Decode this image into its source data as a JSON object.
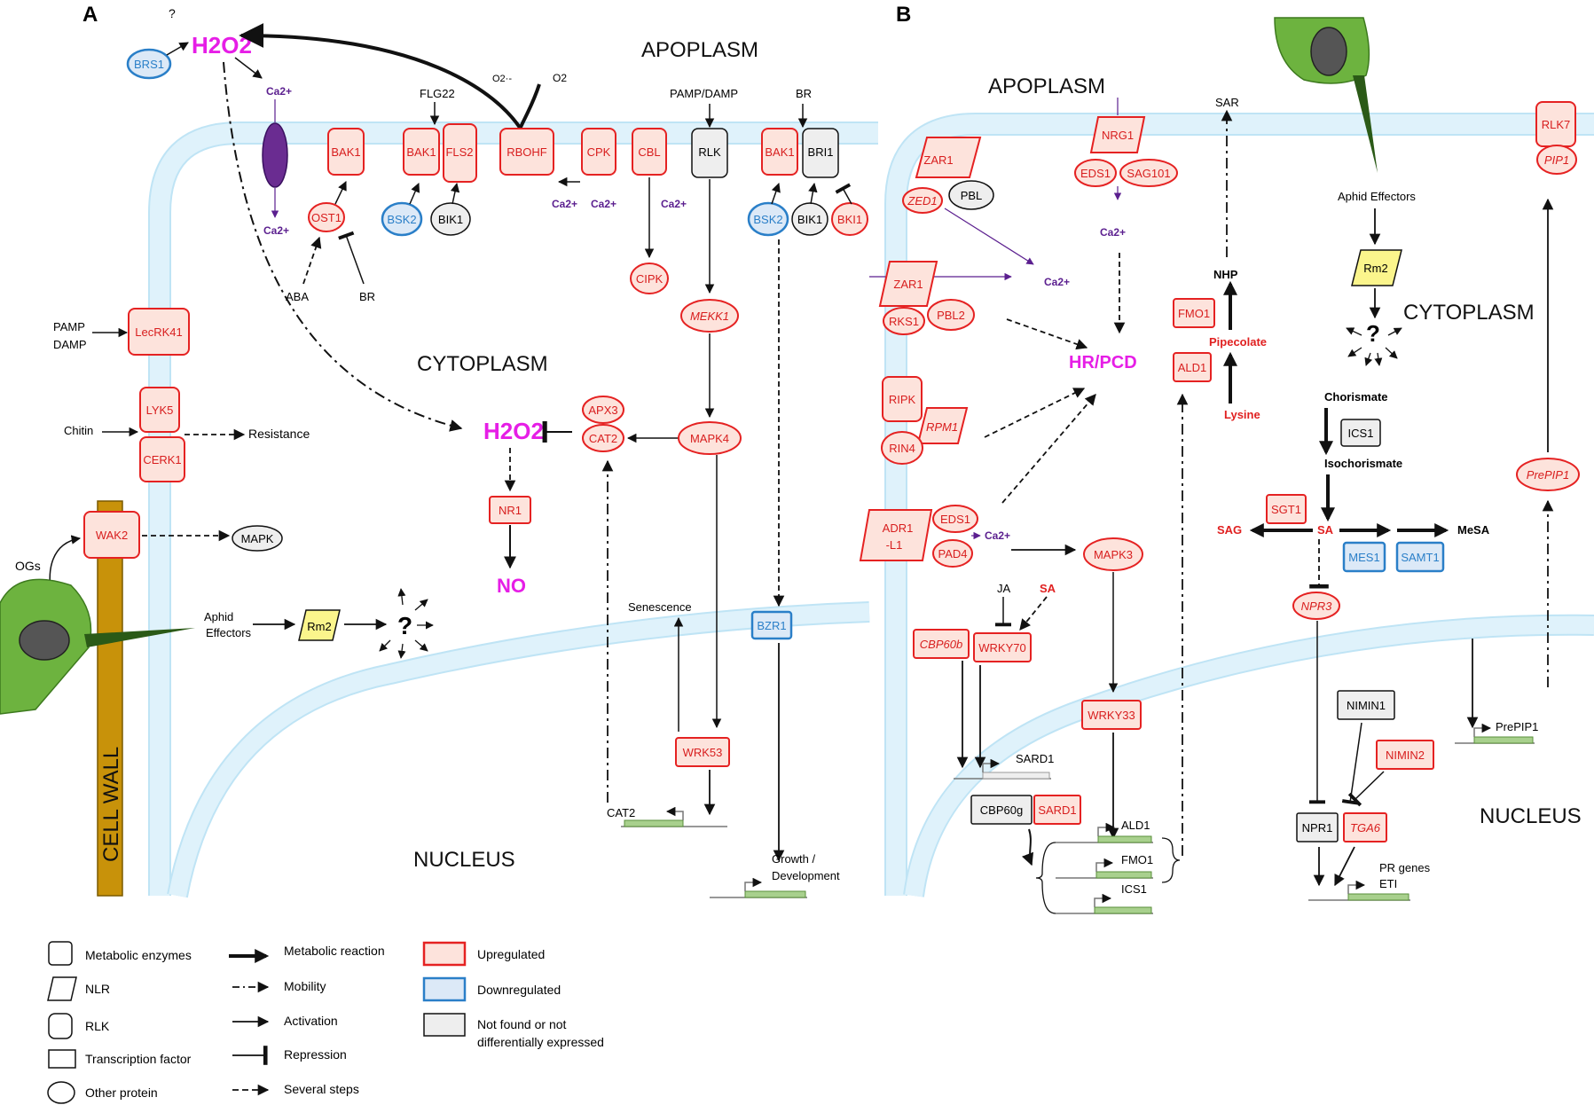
{
  "panels": {
    "a": "A",
    "b": "B"
  },
  "compartments": {
    "apoplasm_a": "APOPLASM",
    "cytoplasm_a": "CYTOPLASM",
    "nucleus_a": "NUCLEUS",
    "cell_wall": "CELL WALL",
    "apoplasm_b": "APOPLASM",
    "cytoplasm_b": "CYTOPLASM",
    "nucleus_b": "NUCLEUS"
  },
  "panel_a": {
    "brs1": "BRS1",
    "question": "?",
    "h2o2_top": "H2O2",
    "ca_1": "Ca2+",
    "ca_2": "Ca2+",
    "o2_radical": "O2·-",
    "o2": "O2",
    "flg22": "FLG22",
    "pamp_damp": "PAMP/DAMP",
    "br_top": "BR",
    "bak1_a": "BAK1",
    "bak1_b": "BAK1",
    "fls2": "FLS2",
    "rbohf": "RBOHF",
    "cpk": "CPK",
    "cbl": "CBL",
    "rlk": "RLK",
    "bak1_c": "BAK1",
    "bri1": "BRI1",
    "ost1": "OST1",
    "bsk2_a": "BSK2",
    "bik1_a": "BIK1",
    "bsk2_b": "BSK2",
    "bik1_b": "BIK1",
    "bki1": "BKI1",
    "ca_3": "Ca2+",
    "ca_4": "Ca2+",
    "ca_5": "Ca2+",
    "aba": "ABA",
    "br_low": "BR",
    "cipk": "CIPK",
    "mekk1": "MEKK1",
    "pamp": "PAMP",
    "damp": "DAMP",
    "lecrk41": "LecRK41",
    "lyk5": "LYK5",
    "chitin": "Chitin",
    "cerk1": "CERK1",
    "resistance": "Resistance",
    "wak2": "WAK2",
    "ogs": "OGs",
    "mapk": "MAPK",
    "aphid_eff_1": "Aphid",
    "aphid_eff_2": "Effectors",
    "rm2": "Rm2",
    "qmark": "?",
    "h2o2_mid": "H2O2",
    "apx3": "APX3",
    "cat2": "CAT2",
    "mapk4": "MAPK4",
    "nr1": "NR1",
    "no": "NO",
    "senescence": "Senescence",
    "bzr1": "BZR1",
    "wrk53": "WRK53",
    "cat2_gene": "CAT2",
    "growth_1": "Growth /",
    "growth_2": "Development"
  },
  "panel_b": {
    "zar1_a": "ZAR1",
    "zed1": "ZED1",
    "pbl": "PBL",
    "nrg1": "NRG1",
    "eds1_a": "EDS1",
    "sag101": "SAG101",
    "ca_1": "Ca2+",
    "ca_2": "Ca2+",
    "ca_3": "Ca2+",
    "sar": "SAR",
    "nhp": "NHP",
    "fmo1": "FMO1",
    "pipecolate": "Pipecolate",
    "ald1": "ALD1",
    "lysine": "Lysine",
    "zar1_b": "ZAR1",
    "rks1": "RKS1",
    "pbl2": "PBL2",
    "hr_pcd": "HR/PCD",
    "ripk": "RIPK",
    "rpm1": "RPM1",
    "rin4": "RIN4",
    "adr1_1": "ADR1",
    "adr1_2": "-L1",
    "eds1_b": "EDS1",
    "pad4": "PAD4",
    "mapk3": "MAPK3",
    "ja": "JA",
    "sa_small": "SA",
    "cbp60b": "CBP60b",
    "wrky70": "WRKY70",
    "wrky33": "WRKY33",
    "sard1_gene": "SARD1",
    "cbp60g": "CBP60g",
    "sard1": "SARD1",
    "ald1_gene": "ALD1",
    "fmo1_gene": "FMO1",
    "ics1_gene": "ICS1",
    "aphid_effectors": "Aphid Effectors",
    "rm2": "Rm2",
    "qmark": "?",
    "chorismate": "Chorismate",
    "ics1": "ICS1",
    "isochorismate": "Isochorismate",
    "sgt1": "SGT1",
    "sag": "SAG",
    "sa": "SA",
    "mesa": "MeSA",
    "mes1": "MES1",
    "samt1": "SAMT1",
    "npr3": "NPR3",
    "nimin1": "NIMIN1",
    "nimin2": "NIMIN2",
    "npr1": "NPR1",
    "tga6": "TGA6",
    "pr_genes": "PR genes",
    "eti": "ETI",
    "rlk7": "RLK7",
    "pip1": "PIP1",
    "prepip1": "PrePIP1",
    "prepip1_gene": "PrePIP1"
  },
  "legend": {
    "metabolic_enzymes": "Metabolic enzymes",
    "nlr": "NLR",
    "rlk": "RLK",
    "transcription_factor": "Transcription factor",
    "other_protein": "Other protein",
    "metabolic_reaction": "Metabolic reaction",
    "mobility": "Mobility",
    "activation": "Activation",
    "repression": "Repression",
    "several_steps": "Several steps",
    "upregulated": "Upregulated",
    "downregulated": "Downregulated",
    "not_found_1": "Not found or not",
    "not_found_2": "differentially expressed"
  },
  "colors": {
    "up_fill": "#fde3dc",
    "up_stroke": "#e52222",
    "down_fill": "#dce9f7",
    "down_stroke": "#2a7fc8",
    "grey_fill": "#eeeeee",
    "membrane": "#dff2fb",
    "magenta": "#e61ee6",
    "purple": "#5b1f8f",
    "aphid": "#6db33f",
    "rm2": "#fbf58c",
    "wall": "#c8920a"
  }
}
